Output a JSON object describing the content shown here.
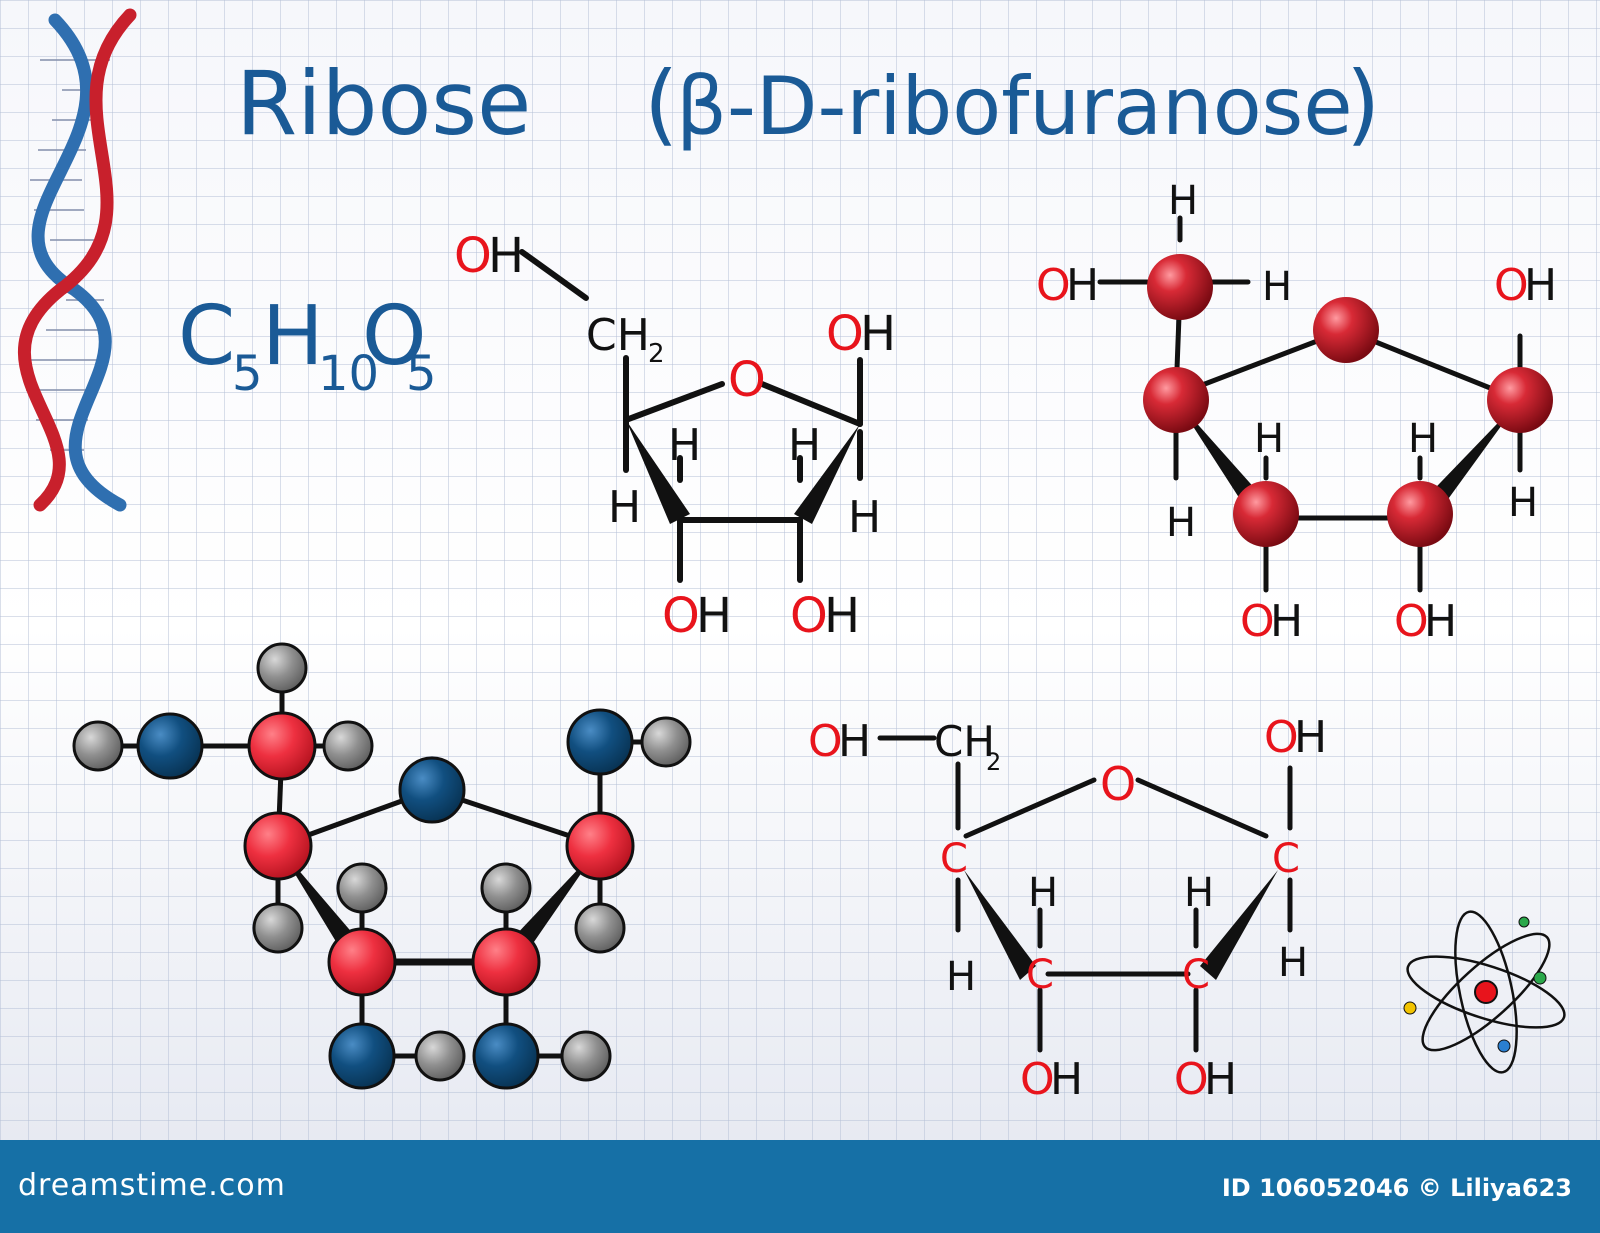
{
  "title": {
    "main": "Ribose",
    "paren_open": "(",
    "alt_name": "β-D-ribofuranose",
    "paren_close": ")"
  },
  "formula": {
    "c": "C",
    "c_sub": "5",
    "h": "H",
    "h_sub": "10",
    "o": "O",
    "o_sub": "5"
  },
  "skeletal_1": {
    "ch2oh_o": "O",
    "ch2oh_h": "H",
    "ch2": "CH",
    "ch2_sub": "2",
    "ring_o": "O",
    "top_right_o": "O",
    "top_right_h": "H",
    "h_c4": "H",
    "h_c3": "H",
    "h_c2": "H",
    "h_c1": "H",
    "oh3_o": "O",
    "oh3_h": "H",
    "oh2_o": "O",
    "oh2_h": "H"
  },
  "ball_model_1": {
    "oh_left_o": "O",
    "oh_left_h": "H",
    "h_top": "H",
    "h_right": "H",
    "oh_right_o": "O",
    "oh_right_h": "H",
    "h_c4": "H",
    "h_c3": "H",
    "h_c2": "H",
    "h_c1": "H",
    "oh3_o": "O",
    "oh3_h": "H",
    "oh2_o": "O",
    "oh2_h": "H"
  },
  "skeletal_2": {
    "oh_o": "O",
    "oh_h": "H",
    "ch2": "CH",
    "ch2_sub": "2",
    "ring_o": "O",
    "c4": "C",
    "c1": "C",
    "c3": "C",
    "c2": "C",
    "oh1_o": "O",
    "oh1_h": "H",
    "h_c4": "H",
    "h_c3": "H",
    "h_c2": "H",
    "h_c1": "H",
    "oh3_o": "O",
    "oh3_h": "H",
    "oh2_o": "O",
    "oh2_h": "H"
  },
  "footer": {
    "brand": "dreamstime.com",
    "image_id": "ID 106052046 © Liliya623"
  },
  "colors": {
    "text_blue": "#1a5a96",
    "oxygen_red": "#e8141c",
    "bond_black": "#111111",
    "grid_line": "#b4bfd6",
    "footer_blue": "#1670a6",
    "atom_red": "#ee3040",
    "atom_navy": "#114f80",
    "atom_gray": "#8f8f8f",
    "sphere_red": "#c81e2a"
  },
  "icons": [
    "dna-helix-icon",
    "atom-icon"
  ]
}
